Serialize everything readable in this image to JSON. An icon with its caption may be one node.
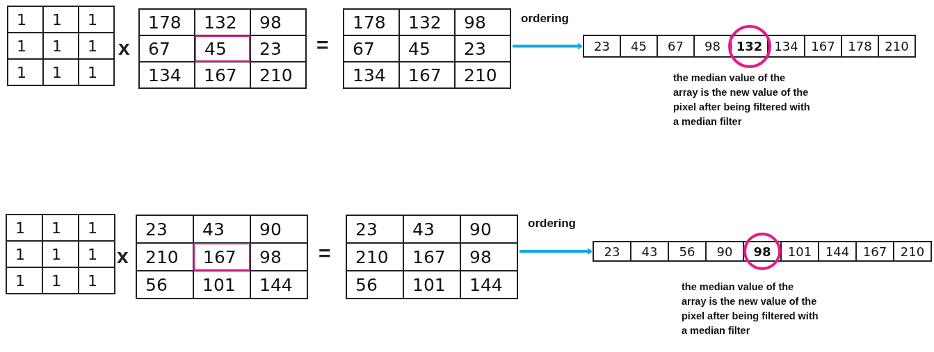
{
  "diagram": {
    "nodes": [
      {
        "text": [
          "1",
          "1",
          "1",
          "1",
          "1",
          "1",
          "1",
          "1",
          "1"
        ]
      },
      {
        "text": [
          "178",
          "132",
          "98",
          "67",
          "45",
          "23",
          "134",
          "167",
          "210"
        ]
      },
      {
        "text": [
          "178",
          "132",
          "98",
          "67",
          "45",
          "23",
          "134",
          "167",
          "210"
        ]
      },
      {
        "text": [
          "23",
          "45",
          "67",
          "98",
          "132",
          "134",
          "167",
          "178",
          "210"
        ],
        "beside": [
          "the median value of the array is the new value of the pixel after being filtered with a median filter"
        ]
      },
      {
        "text": [
          "1",
          "1",
          "1",
          "1",
          "1",
          "1",
          "1",
          "1",
          "1"
        ]
      },
      {
        "text": [
          "23",
          "43",
          "90",
          "210",
          "167",
          "98",
          "56",
          "101",
          "144"
        ]
      },
      {
        "text": [
          "23",
          "43",
          "90",
          "210",
          "167",
          "98",
          "56",
          "101",
          "144"
        ]
      },
      {
        "text": [
          "23",
          "43",
          "56",
          "90",
          "98",
          "101",
          "144",
          "167",
          "210"
        ],
        "beside": [
          "the median value of the array is the new value of the pixel after being filtered with a median filter"
        ]
      }
    ],
    "edges": [
      {
        "from": 2,
        "to": 3,
        "arrow": "to",
        "label": "ordering"
      },
      {
        "from": 6,
        "to": 7,
        "arrow": "to",
        "label": "ordering"
      }
    ],
    "labels": [
      "x",
      "=",
      "x",
      "="
    ]
  }
}
